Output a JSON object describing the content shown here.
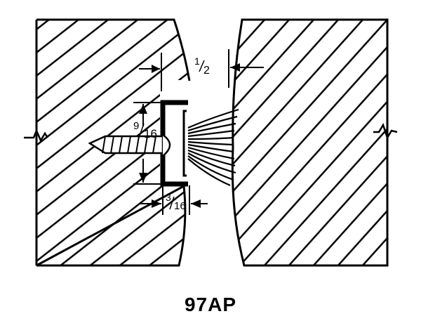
{
  "dimensions": {
    "gap": {
      "num": "1",
      "den": "2"
    },
    "height": {
      "num": "9",
      "den": "16"
    },
    "depth": {
      "num": "3",
      "den": "16"
    }
  },
  "caption": "97AP"
}
